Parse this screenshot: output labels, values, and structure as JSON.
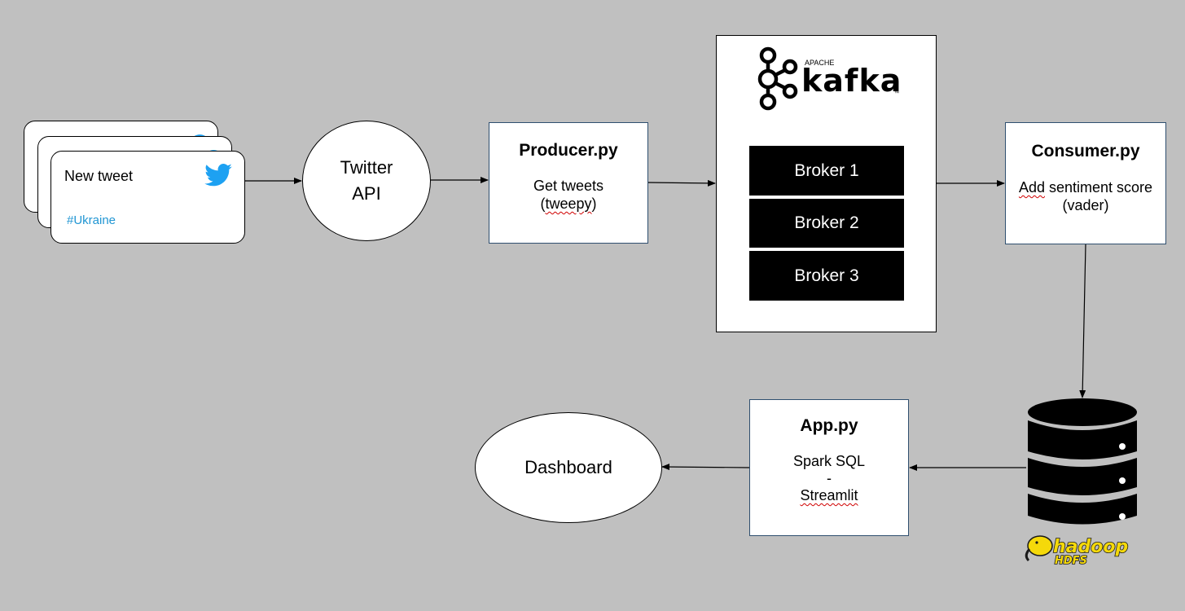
{
  "tweets": {
    "label": "New tweet",
    "hashtag": "#Ukraine"
  },
  "twitter_api": {
    "line1": "Twitter",
    "line2": "API"
  },
  "producer": {
    "title": "Producer.py",
    "line1": "Get tweets",
    "line2_prefix": "(",
    "line2_lib": "tweepy",
    "line2_suffix": ")"
  },
  "kafka": {
    "apache": "APACHE",
    "wordmark": "kafka",
    "tm": "™",
    "brokers": [
      "Broker 1",
      "Broker 2",
      "Broker 3"
    ]
  },
  "consumer": {
    "title": "Consumer.py",
    "line1_word": "Add",
    "line1_rest": " sentiment score",
    "line2": "(vader)"
  },
  "app": {
    "title": "App.py",
    "line1": "Spark SQL",
    "line2": "-",
    "line3": "Streamlit"
  },
  "dashboard": {
    "label": "Dashboard"
  },
  "hdfs": {
    "hadoop": "hadoop",
    "hdfs": "HDFS"
  },
  "colors": {
    "background": "#c0c0c0",
    "hashtag": "#2196d3",
    "twitter_blue": "#1da1f2",
    "broker_fill": "#000000",
    "hadoop_yellow": "#f5d90a"
  }
}
